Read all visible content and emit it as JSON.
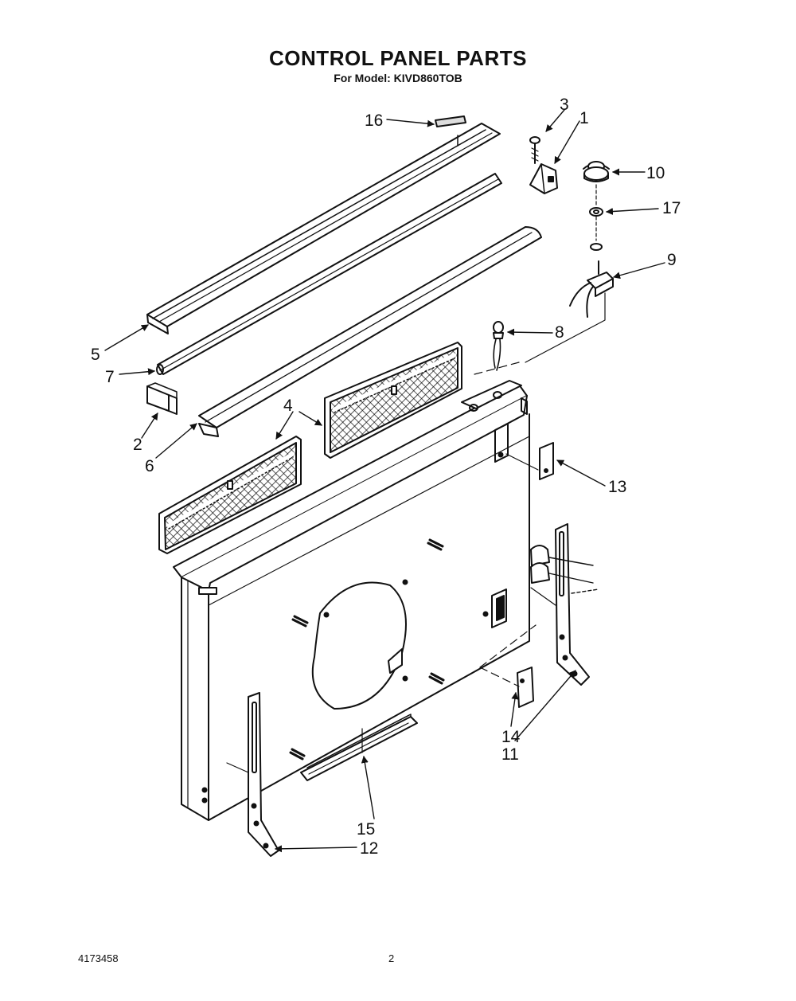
{
  "header": {
    "title": "CONTROL PANEL PARTS",
    "subtitle": "For Model: KIVD860TOB"
  },
  "footer": {
    "doc_number": "4173458",
    "page_number": "2"
  },
  "callouts": [
    {
      "id": "c1",
      "label": "1",
      "part": "bracket"
    },
    {
      "id": "c2",
      "label": "2",
      "part": "end-cap"
    },
    {
      "id": "c3",
      "label": "3",
      "part": "screw"
    },
    {
      "id": "c4",
      "label": "4",
      "part": "grille-filter"
    },
    {
      "id": "c5",
      "label": "5",
      "part": "top-trim-strip"
    },
    {
      "id": "c6",
      "label": "6",
      "part": "lower-trim-strip"
    },
    {
      "id": "c7",
      "label": "7",
      "part": "trim-rod"
    },
    {
      "id": "c8",
      "label": "8",
      "part": "indicator-light"
    },
    {
      "id": "c9",
      "label": "9",
      "part": "switch"
    },
    {
      "id": "c10",
      "label": "10",
      "part": "knob"
    },
    {
      "id": "c11",
      "label": "11",
      "part": "right-mounting-bracket"
    },
    {
      "id": "c12",
      "label": "12",
      "part": "left-mounting-bracket"
    },
    {
      "id": "c13",
      "label": "13",
      "part": "cover-plate"
    },
    {
      "id": "c14",
      "label": "14",
      "part": "access-cover"
    },
    {
      "id": "c15",
      "label": "15",
      "part": "bottom-strip"
    },
    {
      "id": "c16",
      "label": "16",
      "part": "nameplate"
    },
    {
      "id": "c17",
      "label": "17",
      "part": "nut"
    }
  ]
}
